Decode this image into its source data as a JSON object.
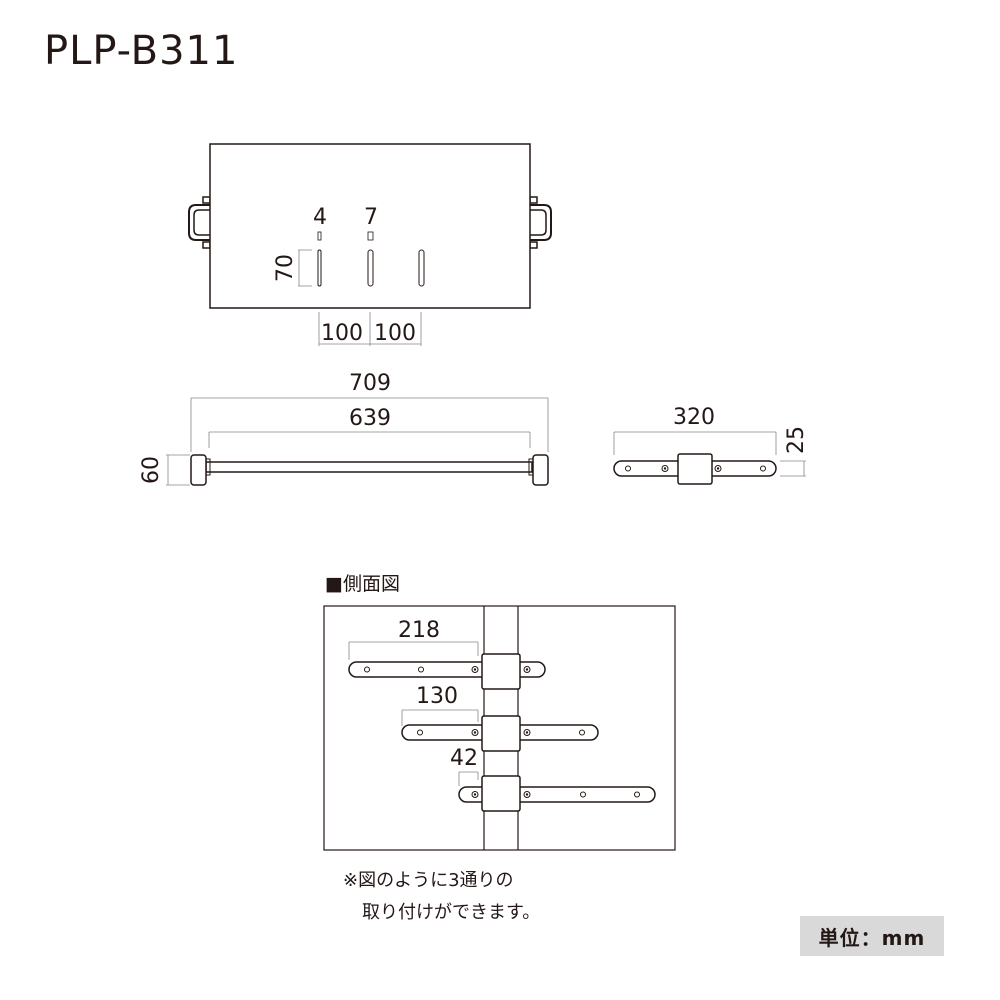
{
  "title": "PLP-B311",
  "top_view": {
    "slot_width_1": "4",
    "slot_width_2": "7",
    "slot_height": "70",
    "pitch_1": "100",
    "pitch_2": "100"
  },
  "front_view": {
    "overall_width": "709",
    "inner_width": "639",
    "height": "60"
  },
  "bracket_view": {
    "length": "320",
    "thickness": "25"
  },
  "side_view": {
    "heading": "■側面図",
    "dim_1": "218",
    "dim_2": "130",
    "dim_3": "42"
  },
  "note": {
    "line1": "※図のように3通りの",
    "line2": "取り付けができます。"
  },
  "unit_label": "単位：mm"
}
